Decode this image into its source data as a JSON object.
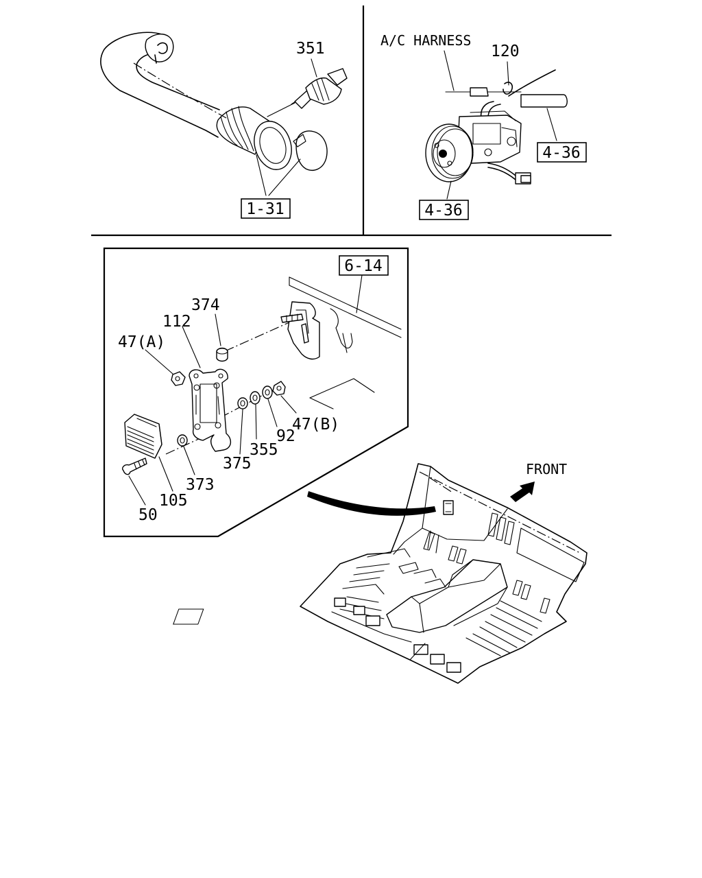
{
  "top_left_panel": {
    "callouts": {
      "sensor": "351"
    },
    "ref": "1-31"
  },
  "top_right_panel": {
    "harness_label": "A/C HARNESS",
    "callouts": {
      "clip": "120"
    },
    "refs": {
      "hose": "4-36",
      "pump": "4-36"
    }
  },
  "detail_panel": {
    "ref": "6-14",
    "callouts": {
      "screw_upper": "374",
      "bracket": "112",
      "nut_a": "47(A)",
      "washer_375": "375",
      "washer_355": "355",
      "washer_92": "92",
      "nut_b": "47(B)",
      "washer_373": "373",
      "module": "105",
      "bolt": "50"
    }
  },
  "floor": {
    "front_label": "FRONT"
  }
}
